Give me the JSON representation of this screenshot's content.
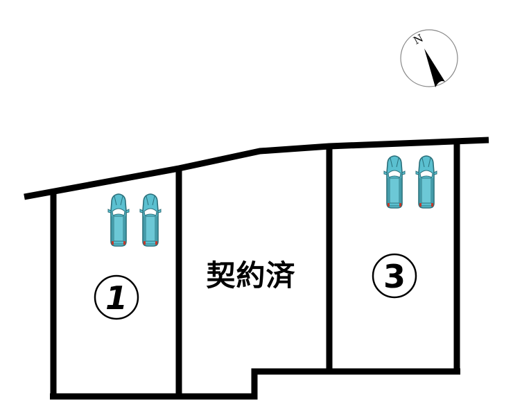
{
  "compass": {
    "label": "N",
    "icon": "north-arrow-icon"
  },
  "lots": [
    {
      "number": "1",
      "status": "",
      "parking_spaces": 2
    },
    {
      "number": "",
      "status": "契約済",
      "parking_spaces": 0
    },
    {
      "number": "3",
      "status": "",
      "parking_spaces": 2
    }
  ],
  "colors": {
    "boundary": "#000000",
    "car_body": "#5bc0d0",
    "car_outline": "#2a6f7a",
    "car_glass": "#ffffff",
    "tail_light": "#c0392b",
    "background": "#ffffff"
  }
}
